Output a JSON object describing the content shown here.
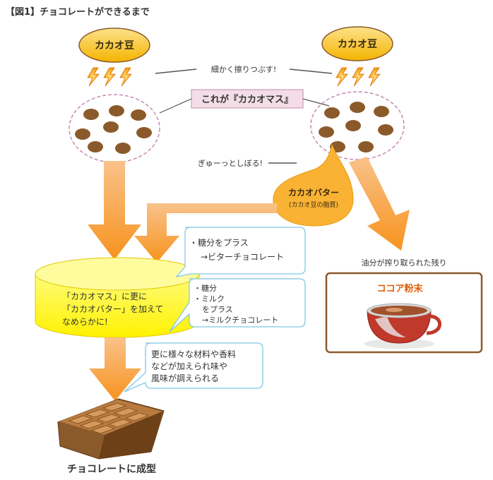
{
  "title": "【図1】チョコレートができるまで",
  "bean_left": "カカオ豆",
  "bean_right": "カカオ豆",
  "grind_label": "細かく擦りつぶす!",
  "mass_label": "これが『カカオマス』",
  "squeeze_label": "ぎゅーっとしぼる!",
  "butter": {
    "title": "カカオバター",
    "sub": "(カカオ豆の脂質)"
  },
  "residue_label": "油分が搾り取られた残り",
  "cocoa_powder": "ココア粉末",
  "cylinder_text": [
    "「カカオマス」に更に",
    "「カカオバター」を加えて",
    "なめらかに!"
  ],
  "bubble1": {
    "line1": "・糖分をプラス",
    "line2": "→ビターチョコレート"
  },
  "bubble2": {
    "line1": "・糖分",
    "line2": "・ミルク",
    "line3": "をプラス",
    "line4": "→ミルクチョコレート"
  },
  "bubble3": [
    "更に様々な材料や香料",
    "などが加えられ味や",
    "風味が調えられる"
  ],
  "final_label": "チョコレートに成型",
  "colors": {
    "arrow": "#f7931e",
    "bean": "#8b5a2b",
    "bean_fill": "#f9c31f",
    "mass_border": "#c9a",
    "cyl": "#fff600",
    "box_border": "#8b5a2b",
    "bubble_border": "#7fc8e8"
  }
}
